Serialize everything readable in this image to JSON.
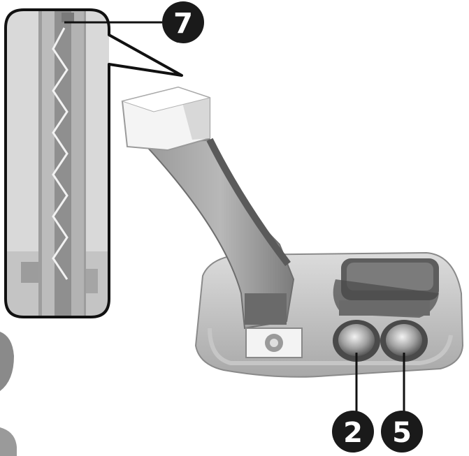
{
  "callouts": [
    {
      "id": "seven",
      "label": "7"
    },
    {
      "id": "two",
      "label": "2"
    },
    {
      "id": "five",
      "label": "5"
    }
  ],
  "colors": {
    "background": "#ffffff",
    "callout_fill": "#1a1a1a",
    "callout_text": "#ffffff",
    "device_light": "#d6d6d6",
    "device_mid": "#a9a9a9",
    "device_dark": "#6f6f6f",
    "outline": "#111111"
  }
}
